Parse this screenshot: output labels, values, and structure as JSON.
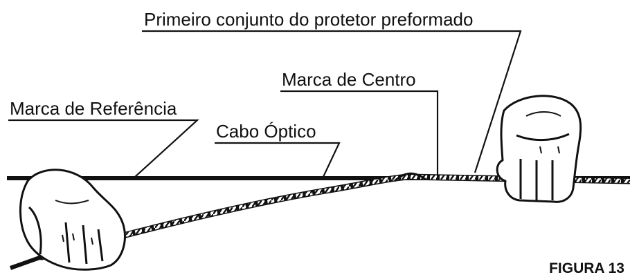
{
  "labels": {
    "first_set": "Primeiro conjunto do protetor preformado",
    "center_mark": "Marca de Centro",
    "reference_mark": "Marca de Referência",
    "optical_cable": "Cabo Óptico"
  },
  "figure_caption": "FIGURA 13",
  "icons": {
    "left_hand": "gloved-hand-icon",
    "right_hand": "gloved-hand-icon"
  },
  "colors": {
    "ink": "#111111",
    "background": "#ffffff"
  }
}
